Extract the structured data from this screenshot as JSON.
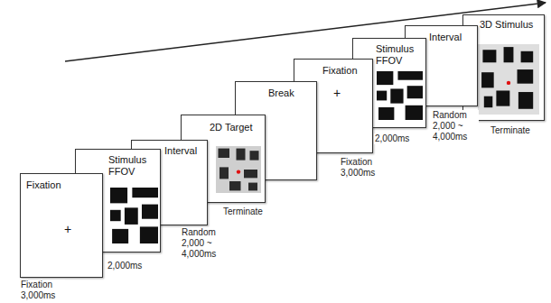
{
  "diagram": {
    "nodes": [
      {
        "text": [
          "Fixation",
          "+"
        ]
      },
      {
        "text": [
          "Stimulus FFOV"
        ]
      },
      {
        "text": [
          "Interval"
        ]
      },
      {
        "text": [
          "2D Target"
        ]
      },
      {
        "text": [
          "Break"
        ]
      },
      {
        "text": [
          "Fixation",
          "+"
        ]
      },
      {
        "text": [
          "Stimulus FFOV"
        ]
      },
      {
        "text": [
          "Interval"
        ]
      },
      {
        "text": [
          "3D Stimulus"
        ]
      }
    ],
    "labels": [
      "Fixation 3,000ms",
      "2,000ms",
      "Random 2,000 ~ 4,000ms",
      "Terminate",
      "Fixation 3,000ms",
      "2,000ms",
      "Random 2,000 ~ 4,000ms",
      "Terminate"
    ]
  }
}
